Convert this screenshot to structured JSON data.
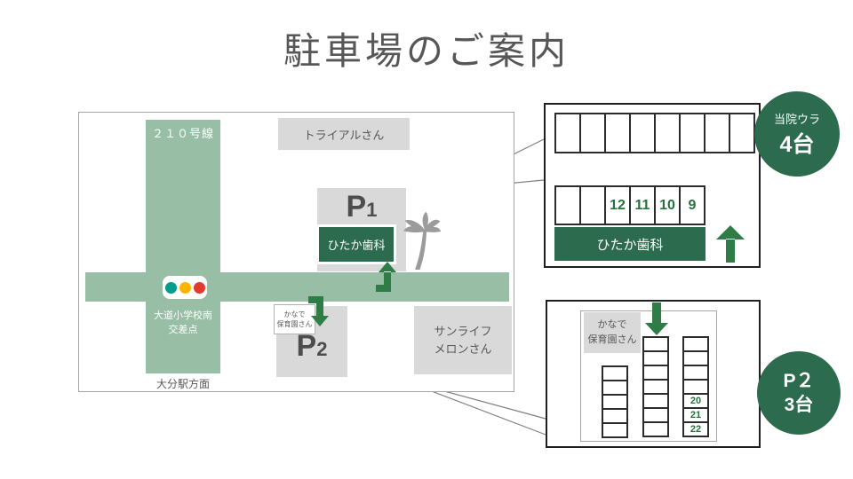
{
  "title": "駐車場のご案内",
  "map": {
    "route": "２１０号線",
    "trial": "トライアルさん",
    "p1": {
      "letter": "P",
      "number": "1"
    },
    "hitaka": "ひたか歯科",
    "intersection": {
      "line1": "大道小学校南",
      "line2": "交差点"
    },
    "kanade": {
      "line1": "かなで",
      "line2": "保育園さん"
    },
    "p2": {
      "letter": "P",
      "number": "2"
    },
    "sunlife": {
      "line1": "サンライフ",
      "line2": "メロンさん"
    },
    "station": "大分駅方面"
  },
  "detail_back": {
    "badge": {
      "line1": "当院ウラ",
      "line2": "4台"
    },
    "row1_spaces": 8,
    "row2_cells": [
      "",
      "",
      "12",
      "11",
      "10",
      "9"
    ],
    "bar": "ひたか歯科"
  },
  "detail_p2": {
    "badge": {
      "line1": "P２",
      "line2": "3台"
    },
    "kanade": {
      "line1": "かなで",
      "line2": "保育園さん"
    },
    "left_column_spaces": 5,
    "middle_column_spaces": 7,
    "right_column_cells": [
      "",
      "",
      "",
      "",
      "20",
      "21",
      "22"
    ]
  },
  "colors": {
    "road_green": "#98bfa5",
    "dark_green": "#2d6b4e",
    "arrow_green": "#2e7d46",
    "number_green": "#27713c",
    "box_gray": "#d9d9d9",
    "text_gray": "#595959",
    "signal_green": "#009d8a",
    "signal_yellow": "#ffb400",
    "signal_red": "#e23b2e"
  }
}
